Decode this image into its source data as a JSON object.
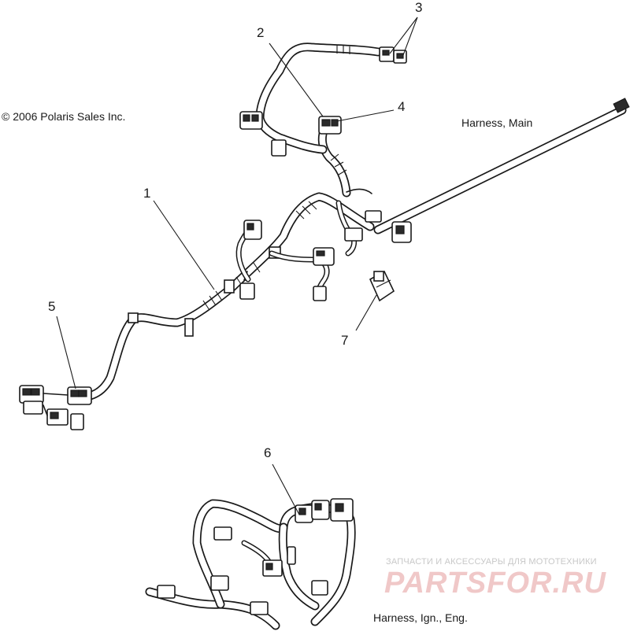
{
  "copyright": "© 2006 Polaris Sales Inc.",
  "captions": {
    "harness_main": "Harness, Main",
    "harness_ign_eng": "Harness, Ign., Eng."
  },
  "callouts": {
    "c1": "1",
    "c2": "2",
    "c3": "3",
    "c4": "4",
    "c5": "5",
    "c6": "6",
    "c7": "7"
  },
  "watermark": {
    "tagline": "ЗАПЧАСТИ И АКСЕССУАРЫ ДЛЯ МОТОТЕХНИКИ",
    "brand": "PARTSFOR.RU"
  },
  "colors": {
    "line": "#1a1a1a",
    "background": "#ffffff",
    "watermark_brand": "#f0c8c8",
    "watermark_tagline": "#c8c8c8"
  }
}
